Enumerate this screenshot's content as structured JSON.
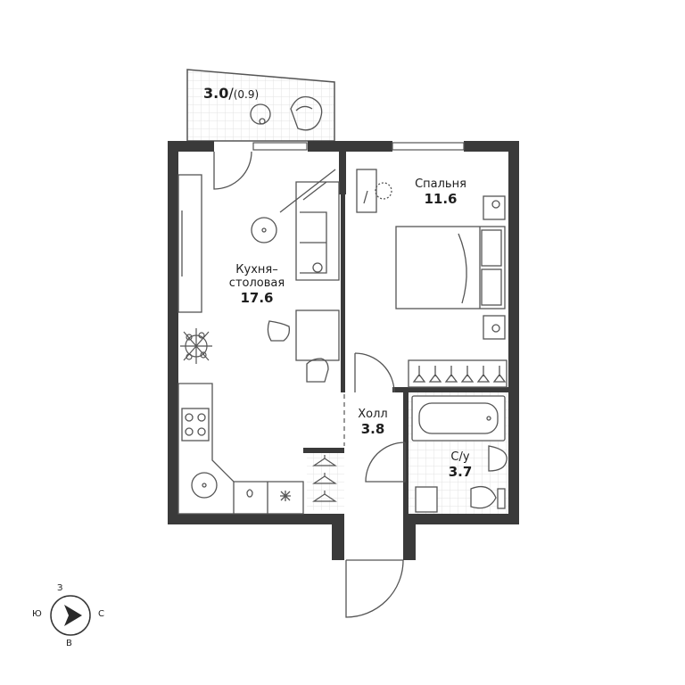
{
  "balcony": {
    "area": "3.0",
    "area_reduced": "(0.9)"
  },
  "rooms": {
    "kitchen": {
      "name_line1": "Кухня–",
      "name_line2": "столовая",
      "area": "17.6"
    },
    "bedroom": {
      "name": "Спальня",
      "area": "11.6"
    },
    "hall": {
      "name": "Холл",
      "area": "3.8"
    },
    "bathroom": {
      "name": "С/у",
      "area": "3.7"
    }
  },
  "compass": {
    "north": "С",
    "south": "Ю",
    "west": "З",
    "east": "В"
  },
  "colors": {
    "wall": "#3a3a3a",
    "line": "#555555",
    "tile_grid": "#e3e3e3",
    "background": "#ffffff"
  }
}
